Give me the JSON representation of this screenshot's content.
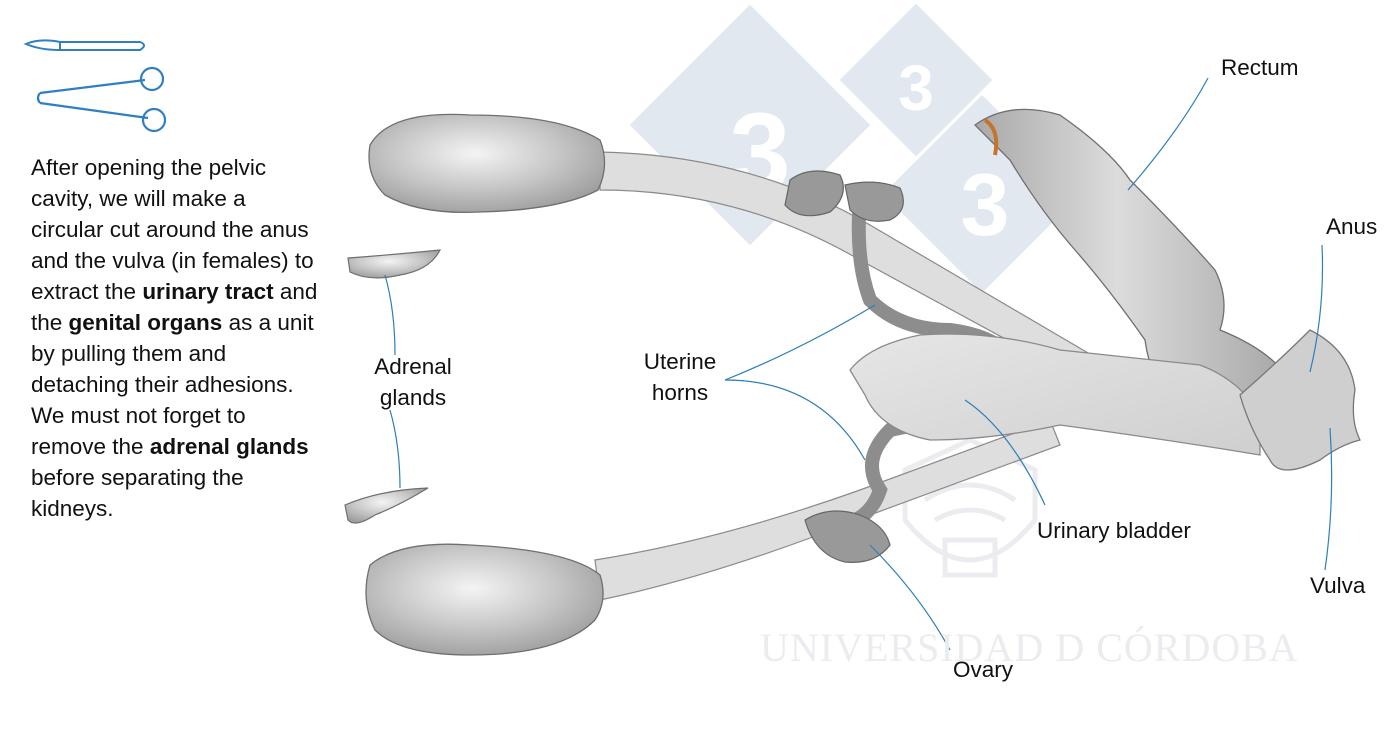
{
  "intro": {
    "p1": "After opening the pelvic cavity, we will make a circular cut around the anus and the vulva (in females) to extract the ",
    "b1": "urinary tract",
    "p2": " and the ",
    "b2": "genital organs",
    "p3": " as a unit by pulling them and detaching their adhesions. We must not forget to remove the ",
    "b3": "adrenal glands",
    "p4": " before separating the kidneys."
  },
  "labels": {
    "rectum": "Rectum",
    "anus": "Anus",
    "adrenal_1": "Adrenal",
    "adrenal_2": "glands",
    "uterine_1": "Uterine",
    "uterine_2": "horns",
    "bladder": "Urinary bladder",
    "vulva": "Vulva",
    "ovary": "Ovary"
  },
  "watermark": {
    "numeral": "3",
    "university": "UNIVERSIDAD D CÓRDOBA"
  },
  "colors": {
    "organ": "#c9c9c9",
    "organ_dark": "#8f8f8f",
    "tube": "#dedede",
    "leader": "#2d7fb8",
    "tool": "#2f7fc1",
    "watermark": "#dfe6ef"
  }
}
